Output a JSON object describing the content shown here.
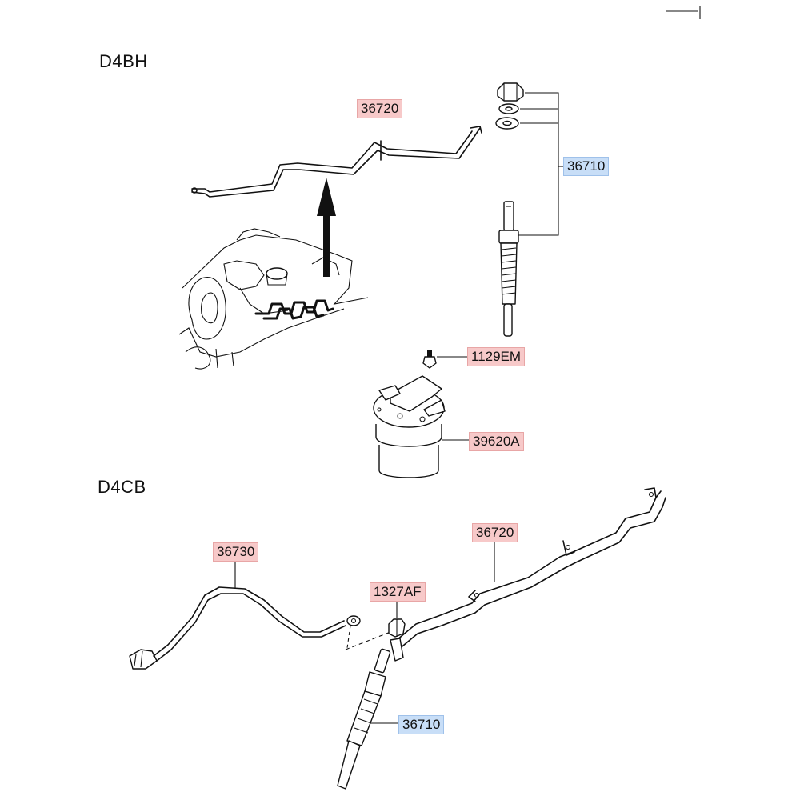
{
  "sections": {
    "top": {
      "title": "D4BH"
    },
    "bottom": {
      "title": "D4CB"
    }
  },
  "labels": {
    "top_harness": "36720",
    "top_glow_plug": "36710",
    "top_bolt": "1129EM",
    "top_relay": "39620A",
    "bottom_cable": "36730",
    "bottom_nut": "1327AF",
    "bottom_harness": "36720",
    "bottom_glow_plug": "36710"
  },
  "colors": {
    "highlight_pink": "#f7c9c9",
    "highlight_blue": "#c8def7",
    "line": "#111111"
  }
}
